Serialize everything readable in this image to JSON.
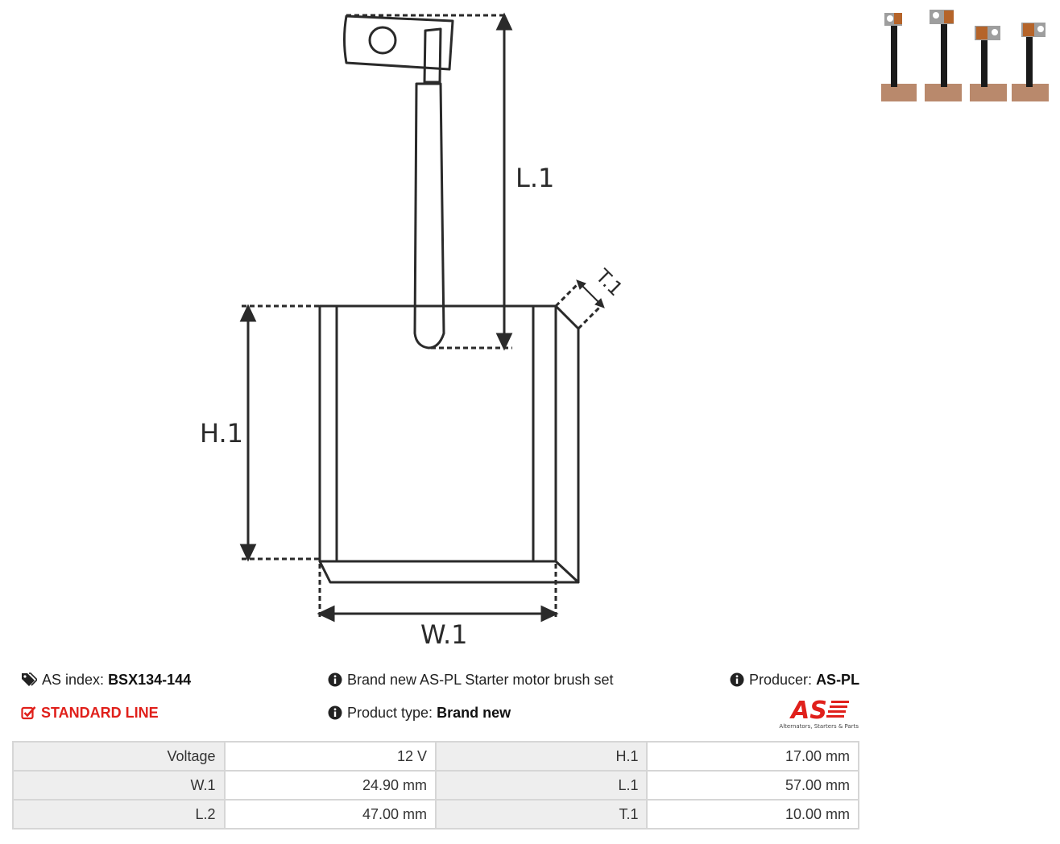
{
  "drawing": {
    "labels": {
      "l1": "L.1",
      "h1": "H.1",
      "w1": "W.1",
      "t1": "T.1"
    }
  },
  "info": {
    "as_index_label": "AS index:",
    "as_index_value": "BSX134-144",
    "line": "STANDARD LINE",
    "description": "Brand new AS-PL Starter motor brush set",
    "product_type_label": "Product type:",
    "product_type_value": "Brand new",
    "producer_label": "Producer:",
    "producer_value": "AS-PL"
  },
  "logo": {
    "mark": "AS",
    "tagline": "Alternators, Starters & Parts"
  },
  "specs": {
    "rows": [
      [
        {
          "label": "Voltage",
          "value": "12 V"
        },
        {
          "label": "H.1",
          "value": "17.00 mm"
        }
      ],
      [
        {
          "label": "W.1",
          "value": "24.90 mm"
        },
        {
          "label": "L.1",
          "value": "57.00 mm"
        }
      ],
      [
        {
          "label": "L.2",
          "value": "47.00 mm"
        },
        {
          "label": "T.1",
          "value": "10.00 mm"
        }
      ]
    ]
  },
  "colors": {
    "accent_red": "#e0201b",
    "table_border": "#d6d6d6",
    "label_bg": "#eeeeee"
  }
}
